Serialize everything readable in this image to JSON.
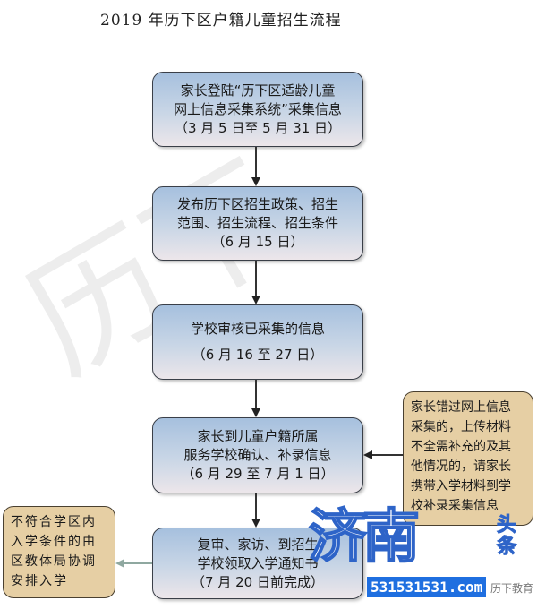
{
  "title": "2019 年历下区户籍儿童招生流程",
  "steps": [
    {
      "lines": [
        "家长登陆“历下区适龄儿童",
        "网上信息采集系统”采集信息",
        "（3 月 5 日至 5 月 31 日）"
      ]
    },
    {
      "lines": [
        "发布历下区招生政策、招生",
        "范围、招生流程、招生条件",
        "（6 月 15 日）"
      ]
    },
    {
      "lines": [
        "学校审核已采集的信息",
        "（6 月 16 至 27 日）"
      ]
    },
    {
      "lines": [
        "家长到儿童户籍所属",
        "服务学校确认、补录信息",
        "（6 月 29 至 7 月 1 日）"
      ]
    },
    {
      "lines": [
        "复审、家访、到招生",
        "学校领取入学通知书",
        "（7 月 20 日前完成）"
      ]
    }
  ],
  "side_right": {
    "lines": [
      "家长错过网上信息",
      "采集的，上传材料",
      "不全需补充的及其",
      "他情况的，请家长",
      "携带入学材料到学",
      "校补录采集信息"
    ]
  },
  "side_left": {
    "lines": [
      "不符合学区内",
      "入学条件的由",
      "区教体局协调",
      "安排入学"
    ]
  },
  "watermark": {
    "logo": "济南",
    "logo_side": "头条",
    "url": "531531531.com",
    "source": "历下教育",
    "bg": "历下教育"
  },
  "colors": {
    "box_top": "#a6c0de",
    "box_bottom": "#ece6ea",
    "side_box": "#e6cfa4"
  }
}
